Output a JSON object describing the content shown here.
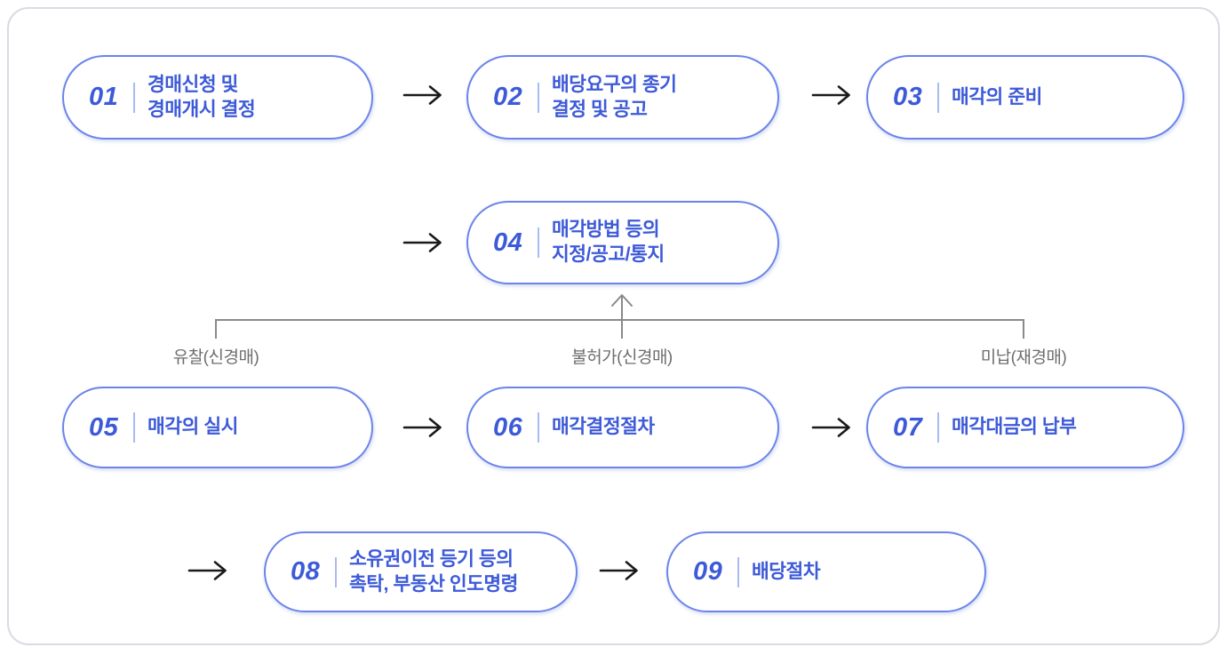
{
  "diagram": {
    "steps": [
      {
        "number": "01",
        "title": "경매신청 및\n경매개시 결정"
      },
      {
        "number": "02",
        "title": "배당요구의 종기\n결정 및 공고"
      },
      {
        "number": "03",
        "title": "매각의 준비"
      },
      {
        "number": "04",
        "title": "매각방법 등의\n지정/공고/통지"
      },
      {
        "number": "05",
        "title": "매각의 실시"
      },
      {
        "number": "06",
        "title": "매각결정절차"
      },
      {
        "number": "07",
        "title": "매각대금의 납부"
      },
      {
        "number": "08",
        "title": "소유권이전 등기 등의\n촉탁, 부동산 인도명령"
      },
      {
        "number": "09",
        "title": "배당절차"
      }
    ],
    "branch_labels": [
      {
        "label": "유찰(신경매)"
      },
      {
        "label": "불허가(신경매)"
      },
      {
        "label": "미납(재경매)"
      }
    ],
    "icons": {
      "arrow_right": "→",
      "arrow_up": "↑"
    },
    "colors": {
      "step_text": "#3D5AD8",
      "step_border": "#6B84EA",
      "step_divider": "#A9BCF1",
      "flow_arrow": "#1A1A1A",
      "branch_line": "#8A8A8A",
      "branch_label": "#6E6E6E",
      "panel_border": "#D8DCE2"
    }
  }
}
